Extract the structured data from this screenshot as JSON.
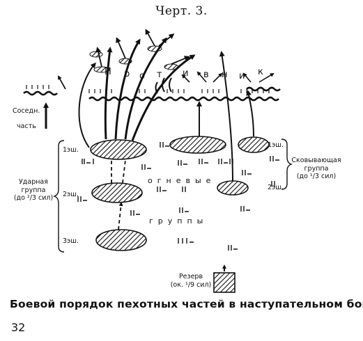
{
  "title": "Черт. 3.",
  "caption": "Боевой порядок пехотных частей в наступательном бою.",
  "page_number": "32",
  "enemy_letters": [
    "П",
    "р",
    "о",
    "т",
    "и",
    "в",
    "н",
    "и",
    "к"
  ],
  "labels": {
    "neighbor_line1": "Соседн.",
    "neighbor_line2": "часть",
    "echelon1_left": "1эш.",
    "echelon2_left": "2эш.",
    "echelon3_left": "3эш.",
    "strike_group_line1": "Ударная",
    "strike_group_line2": "группа",
    "strike_group_line3": "(до ²/3 сил)",
    "echelon1_right": "1эш.",
    "echelon2_right": "2эш.",
    "pinning_group_line1": "Сковывающая",
    "pinning_group_line2": "группа",
    "pinning_group_line3": "(до ¹/3 сил)",
    "fire_word": "огневые",
    "groups_word": "группы",
    "reserve_line1": "Резерв",
    "reserve_line2": "(ок. ¹/9 сил)"
  }
}
